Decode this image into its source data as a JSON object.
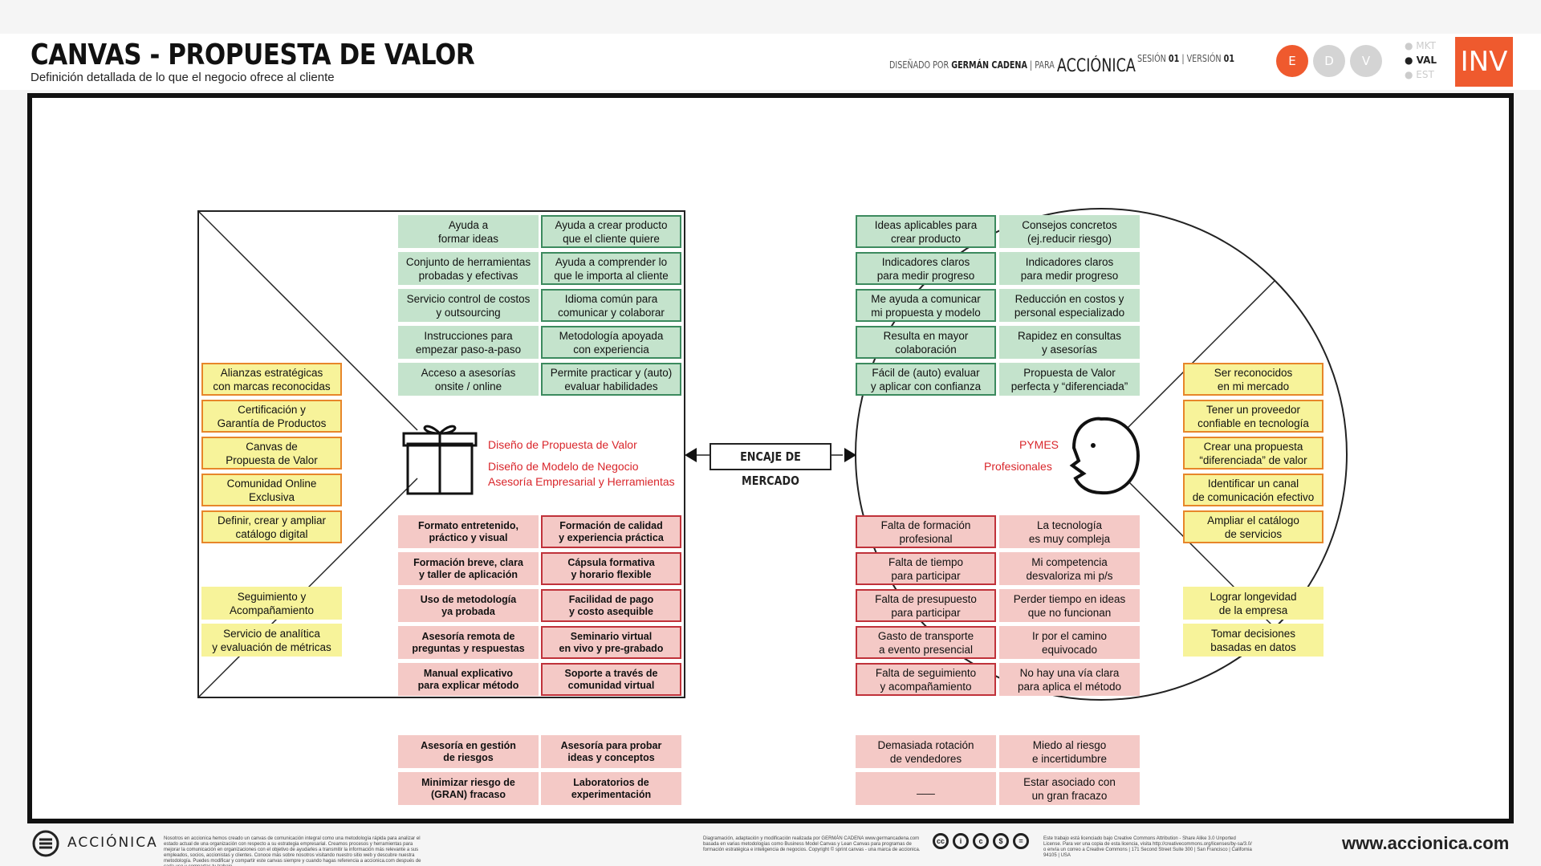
{
  "header": {
    "title": "CANVAS - PROPUESTA DE VALOR",
    "subtitle": "Definición detallada de lo que el negocio ofrece al cliente",
    "designed_by_label": "DISEÑADO POR",
    "designer": "GERMÁN CADENA",
    "for_label": "|  PARA",
    "brand": "ACCIÓNICA",
    "session_label": "SESIÓN",
    "session": "01",
    "version_label": "|  VERSIÓN",
    "version": "01",
    "stages": [
      "E",
      "D",
      "V"
    ],
    "levels": [
      "MKT",
      "VAL",
      "EST"
    ],
    "badge": "INV"
  },
  "colors": {
    "accent": "#ef5a2e",
    "gain_green": "#c4e3cc",
    "gain_border": "#3c8a5e",
    "pain_red": "#f4c9c6",
    "pain_border": "#c0323a",
    "job_yellow": "#f7f39a",
    "job_border": "#e7862a",
    "label_red": "#d9262b"
  },
  "value_map": {
    "gain_creators": [
      "Ayuda a\nformar ideas",
      "Ayuda a crear producto\nque el cliente quiere",
      "Conjunto de herramientas\nprobadas y efectivas",
      "Ayuda a comprender lo\nque le importa al cliente",
      "Servicio control de costos\ny outsourcing",
      "Idioma común para\ncomunicar y colaborar",
      "Instrucciones para\nempezar paso-a-paso",
      "Metodología apoyada\ncon experiencia",
      "Acceso a asesorías\nonsite / online",
      "Permite practicar y (auto)\nevaluar habilidades"
    ],
    "products": [
      "Alianzas estratégicas\ncon marcas reconocidas",
      "Certificación y\nGarantía de Productos",
      "Canvas de\nPropuesta de Valor",
      "Comunidad Online\nExclusiva",
      "Definir, crear y ampliar\ncatálogo digital",
      "Seguimiento y\nAcompañamiento",
      "Servicio de analítica\ny evaluación de métricas"
    ],
    "labels": [
      "Diseño de Propuesta de Valor",
      "Diseño de Modelo de Negocio",
      "Asesoría Empresarial y Herramientas"
    ],
    "pain_relievers": [
      "Formato entretenido,\npráctico y visual",
      "Formación de calidad\ny experiencia práctica",
      "Formación breve, clara\ny taller de aplicación",
      "Cápsula formativa\ny horario flexible",
      "Uso de metodología\nya probada",
      "Facilidad de pago\ny costo asequible",
      "Asesoría remota de\npreguntas y respuestas",
      "Seminario virtual\nen vivo y pre-grabado",
      "Manual explicativo\npara explicar método",
      "Soporte a través de\ncomunidad virtual"
    ],
    "extra": [
      "Asesoría en gestión\nde riesgos",
      "Asesoría para probar\nideas y conceptos",
      "Minimizar riesgo de\n(GRAN) fracaso",
      "Laboratorios de\nexperimentación"
    ]
  },
  "fit_label": "ENCAJE DE MERCADO",
  "customer_profile": {
    "gains": [
      "Ideas aplicables para\ncrear producto",
      "Consejos concretos\n(ej.reducir riesgo)",
      "Indicadores claros\npara medir progreso",
      "Indicadores claros\npara medir progreso",
      "Me ayuda a comunicar\nmi propuesta y modelo",
      "Reducción en costos y\npersonal especializado",
      "Resulta en mayor\ncolaboración",
      "Rapidez en consultas\ny asesorías",
      "Fácil de (auto) evaluar\ny aplicar con confianza",
      "Propuesta de Valor\nperfecta y “diferenciada”"
    ],
    "jobs": [
      "Ser reconocidos\nen mi mercado",
      "Tener un proveedor\nconfiable en tecnología",
      "Crear una propuesta\n“diferenciada” de valor",
      "Identificar un canal\nde comunicación efectivo",
      "Ampliar el catálogo\nde servicios",
      "Lograr longevidad\nde la empresa",
      "Tomar decisiones\nbasadas en datos"
    ],
    "segments": [
      "PYMES",
      "Profesionales"
    ],
    "pains": [
      "Falta de formación\nprofesional",
      "La tecnología\nes muy compleja",
      "Falta de tiempo\npara participar",
      "Mi competencia\ndesvaloriza mi p/s",
      "Falta de presupuesto\npara participar",
      "Perder tiempo en ideas\nque no funcionan",
      "Gasto de transporte\na evento presencial",
      "Ir por el camino\nequivocado",
      "Falta de seguimiento\ny acompañamiento",
      "No hay una vía clara\npara aplica el método"
    ],
    "extra": [
      "Demasiada rotación\nde vendedores",
      "Miedo al riesgo\ne incertidumbre",
      "___",
      "Estar asociado con\nun gran fracazo"
    ]
  },
  "footer": {
    "logo": "ACCIÓNICA",
    "text_left": "Nosotros en accionica hemos creado un canvas de comunicación integral como una metodología rápida para analizar el estado actual de una organización con respecto a su estrategia empresarial. Creamos procesos y herramientas para mejorar la comunicación en organizaciones con el objetivo de ayudarles a transmitir la información más relevante a sus empleados, socios, accionistas y clientes. Conoce más sobre nosotros visitando nuestro sitio web y descubre nuestra metodología. Puedes modificar y compartir este canvas siempre y cuando hagas referencia a accionica.com después de cada uso y compartas tu trabajo.",
    "text_mid": "Diagramación, adaptación y modificación realizada por GERMÁN CADENA www.germancadena.com basada en varias metodologías como Business Model Canvas y Lean Canvas para programas de formación estratégica e inteligencia de negocios. Copyright © sprint canvas - una marca de accionica.",
    "text_right": "Este trabajo está licenciado bajo Creative Commons Attribution - Share Alike 3.0 Unported License. Para ver una copia de esta licencia, visita http://creativecommons.org/licenses/by-sa/3.0/ o envía un correo a Creative Commons | 171 Second Street Suite 300 | San Francisco | California 94105 | USA",
    "url": "www.accionica.com"
  }
}
